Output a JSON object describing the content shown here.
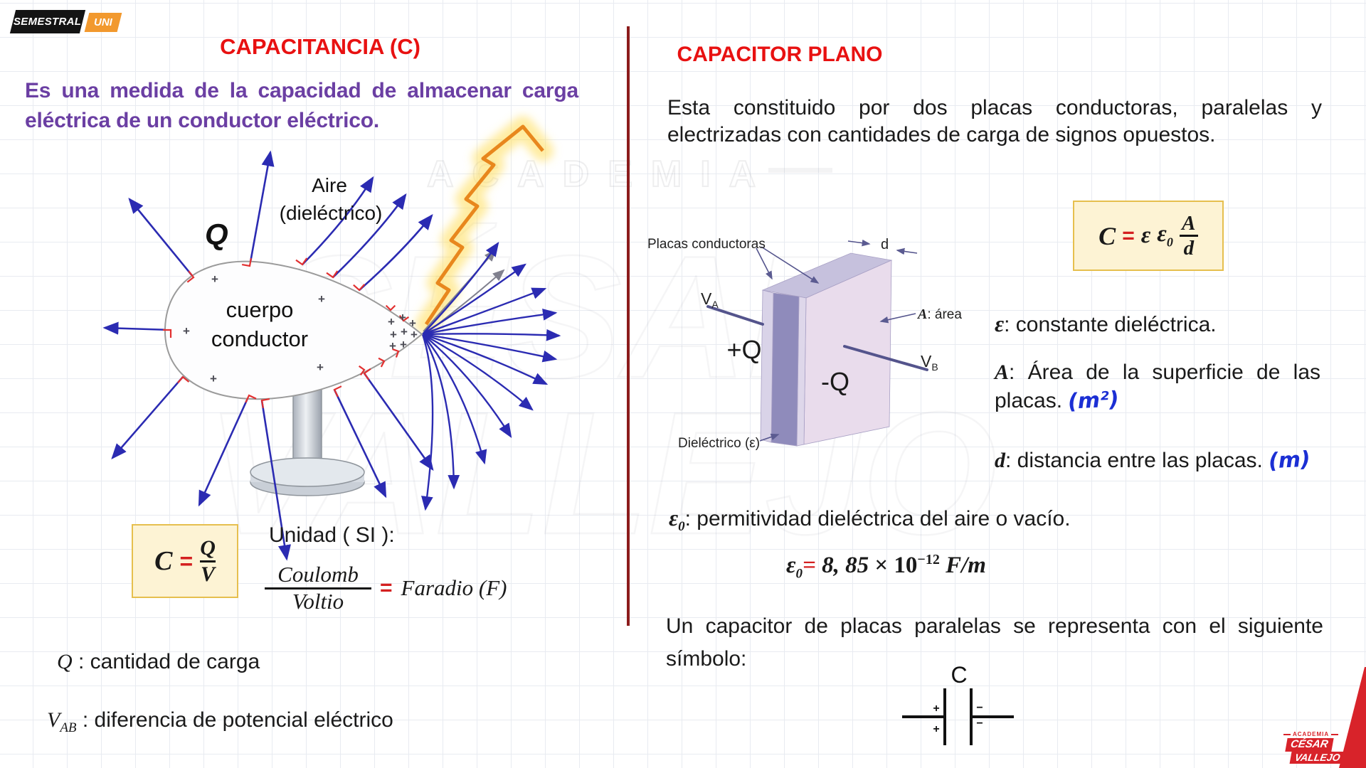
{
  "brand": {
    "semestral": "SEMESTRAL",
    "uni": "UNI"
  },
  "watermark": {
    "academia": "ACADEMIA",
    "row1": "CÉSAR",
    "row2": "VALLEJO"
  },
  "left": {
    "title": "CAPACITANCIA (C)",
    "intro_line1": "Es una medida de la capacidad de almacenar carga",
    "intro_line2": "eléctrica de un conductor eléctrico.",
    "diagram": {
      "charge": "Q",
      "air": "Aire",
      "air_sub": "(dieléctrico)",
      "body_line1": "cuerpo",
      "body_line2": "conductor",
      "plus": "+"
    },
    "formula": {
      "lhs": "C",
      "eq": "=",
      "num": "Q",
      "den": "V"
    },
    "unit_heading": "Unidad ( SI ):",
    "unit": {
      "num": "Coulomb",
      "den": "Voltio",
      "eq": "=",
      "rhs": "Faradio (F)"
    },
    "def_q": {
      "sym": "Q",
      "text": " : cantidad de carga"
    },
    "def_v": {
      "sym": "V",
      "sub": "AB",
      "text": " : diferencia de potencial eléctrico"
    }
  },
  "right": {
    "title": "CAPACITOR PLANO",
    "intro_line1": "Esta constituido por dos placas conductoras, paralelas y",
    "intro_line2": "electrizadas con cantidades de carga de signos opuestos.",
    "diagram": {
      "plates_label": "Placas conductoras",
      "d_label": "d",
      "va": "V",
      "va_sub": "A",
      "vb": "V",
      "vb_sub": "B",
      "plus_q": "+Q",
      "minus_q": "-Q",
      "area_sym": "A",
      "area_text": ": área",
      "dielectric_label": "Dieléctrico (ε)"
    },
    "formula": {
      "lhs": "C",
      "eq": "=",
      "eps_a": "ε",
      "eps_b": "ε",
      "eps_b_sub": "0",
      "num": "A",
      "den": "d"
    },
    "def_eps": {
      "sym": "ε",
      "text": ": constante dieléctrica."
    },
    "def_area": {
      "sym": "A",
      "text_line1": ": Área de la superficie de las",
      "text_line2": "placas.",
      "hand": "(m²)"
    },
    "def_d": {
      "sym": "d",
      "text": ": distancia entre las placas.",
      "hand": "(m)"
    },
    "def_eps0": {
      "sym": "ε",
      "sub": "0",
      "text": ": permitividad dieléctrica del aire o vacío."
    },
    "eps0_value": {
      "sym": "ε",
      "sub": "0",
      "eq": "=",
      "val": " 8, 85 ",
      "times": "× ",
      "base": " 10",
      "exp": "−12",
      "unit": " F/m"
    },
    "symbol_text_line1": "Un capacitor de placas paralelas se representa con el siguiente",
    "symbol_text_line2": "símbolo:",
    "cap_symbol": {
      "label": "C",
      "plus": "+",
      "minus": "−"
    }
  },
  "footer": {
    "academia": "ACADEMIA",
    "cesar": "CÉSAR",
    "vallejo": "VALLEJO"
  },
  "colors": {
    "title_red": "#e81111",
    "intro_purple": "#6b3fa3",
    "formula_box_bg": "#fdf3d4",
    "formula_box_border": "#e6bf4e",
    "equals_red": "#d42020",
    "field_arrow_blue": "#2b2bb2",
    "right_angle_red": "#e23030",
    "lightning_orange": "#e8871d",
    "lightning_glow": "#ffdd55",
    "divider_red": "#8c1c1c",
    "brand_red": "#d8232a",
    "brand_orange": "#f2992e",
    "handwriting_blue": "#1b2fd4",
    "plate_front": "#e9dcec",
    "dielectric_front": "#8f8bbb"
  }
}
